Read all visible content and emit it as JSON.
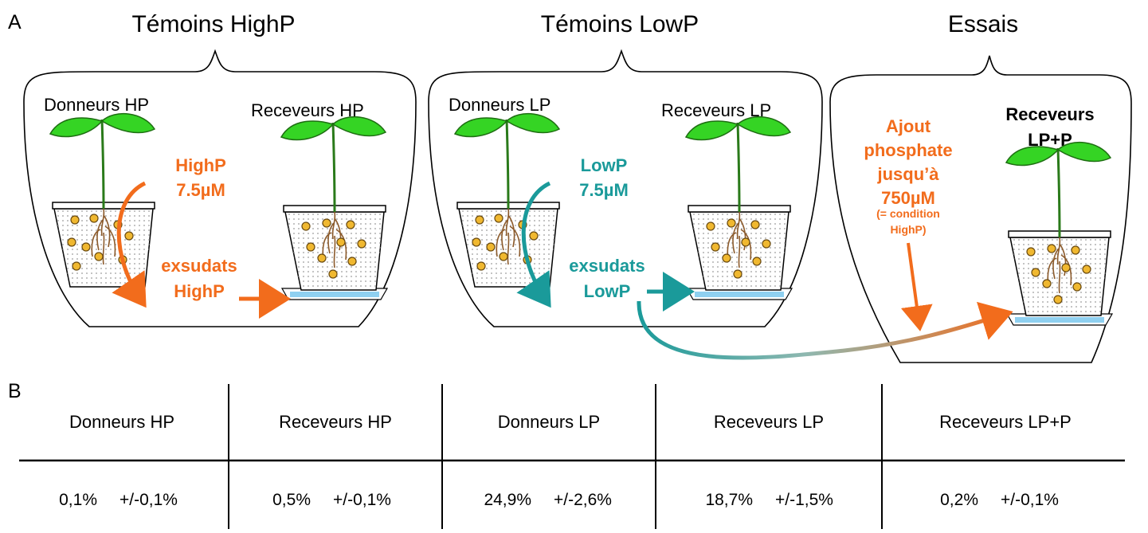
{
  "panel_a": {
    "label": "A",
    "groups": [
      {
        "title": "Témoins HighP"
      },
      {
        "title": "Témoins LowP"
      },
      {
        "title": "Essais"
      }
    ],
    "highp": {
      "donor": "Donneurs HP",
      "receiver": "Receveurs HP",
      "condition_line1": "HighP",
      "condition_line2": "7.5µM",
      "exudate_line1": "exsudats",
      "exudate_line2": "HighP"
    },
    "lowp": {
      "donor": "Donneurs LP",
      "receiver": "Receveurs LP",
      "condition_line1": "LowP",
      "condition_line2": "7.5µM",
      "exudate_line1": "exsudats",
      "exudate_line2": "LowP"
    },
    "essais": {
      "add_line1": "Ajout",
      "add_line2": "phosphate",
      "add_line3": "jusqu’à",
      "add_line4": "750µM",
      "note_line1": "(= condition",
      "note_line2": "HighP)",
      "receiver_line1": "Receveurs",
      "receiver_line2": "LP+P"
    }
  },
  "panel_b": {
    "label": "B",
    "headers": [
      "Donneurs HP",
      "Receveurs HP",
      "Donneurs LP",
      "Receveurs LP",
      "Receveurs LP+P"
    ],
    "cells": [
      {
        "value": "0,1%",
        "error": "+/-0,1%"
      },
      {
        "value": "0,5%",
        "error": "+/-0,1%"
      },
      {
        "value": "24,9%",
        "error": "+/-2,6%"
      },
      {
        "value": "18,7%",
        "error": "+/-1,5%"
      },
      {
        "value": "0,2%",
        "error": "+/-0,1%"
      }
    ]
  },
  "colors": {
    "highp": "#f26c1c",
    "lowp": "#1a9a9a",
    "leaf": "#33cc22",
    "soil_ball": "#f0b830",
    "root": "#8b5a2b",
    "saucer_water": "#8fd0f0"
  }
}
